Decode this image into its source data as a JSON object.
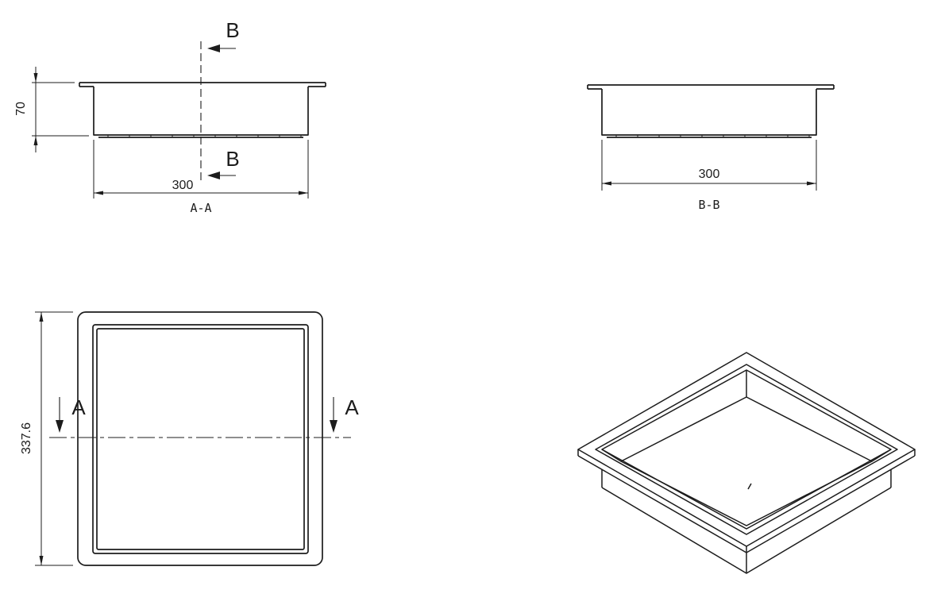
{
  "page": {
    "background_color": "#ffffff",
    "line_color": "#1c1c1c"
  },
  "views": {
    "section_aa": {
      "name_label": "A-A",
      "cut_label": "B",
      "width_dim": "300",
      "height_dim": "70"
    },
    "section_bb": {
      "name_label": "B-B",
      "width_dim": "300"
    },
    "plan": {
      "cut_label": "A",
      "height_dim": "337.6"
    },
    "isometric": {}
  }
}
